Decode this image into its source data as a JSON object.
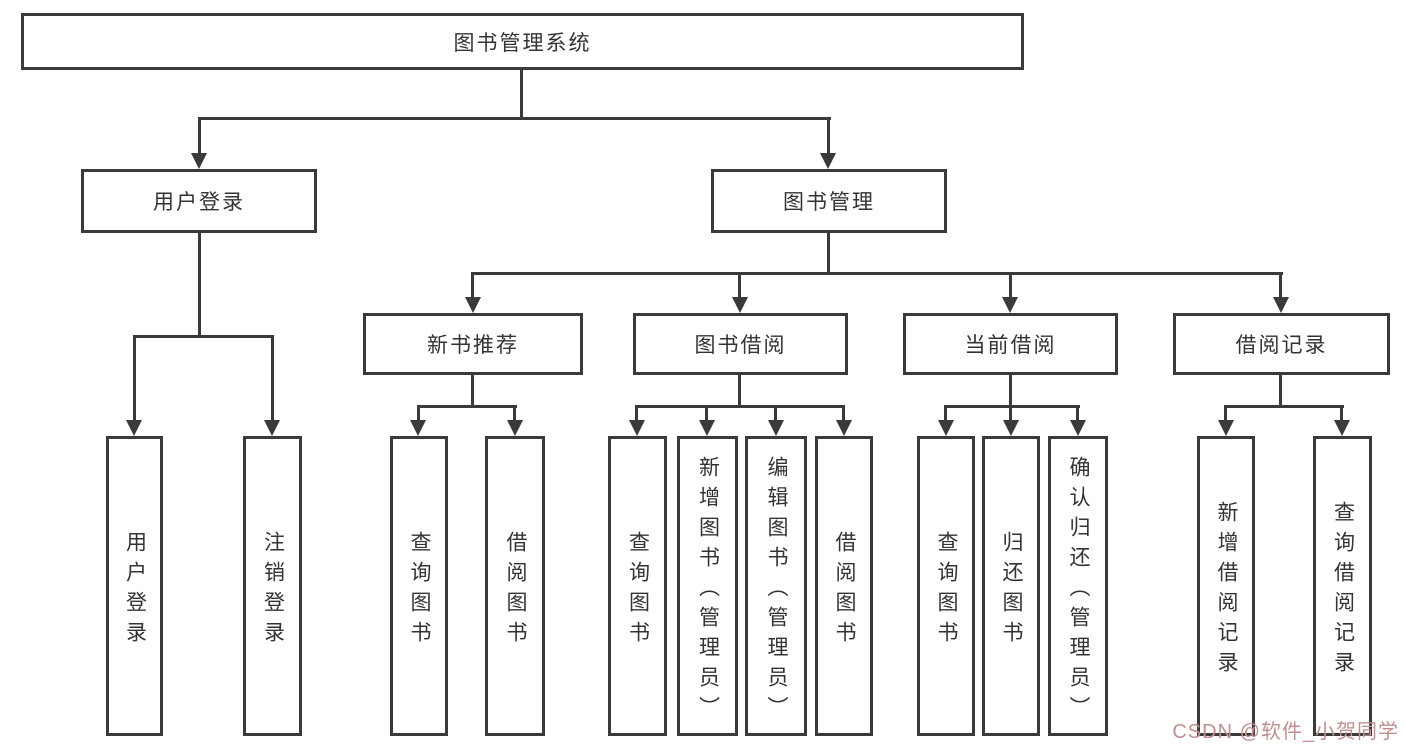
{
  "diagram": {
    "root": {
      "label": "图书管理系统"
    },
    "branches": [
      {
        "label": "用户登录",
        "children": [
          {
            "label": "用户登录"
          },
          {
            "label": "注销登录"
          }
        ]
      },
      {
        "label": "图书管理",
        "children": [
          {
            "label": "新书推荐",
            "children": [
              {
                "label": "查询图书"
              },
              {
                "label": "借阅图书"
              }
            ]
          },
          {
            "label": "图书借阅",
            "children": [
              {
                "label": "查询图书"
              },
              {
                "label": "新增图书（管理员）"
              },
              {
                "label": "编辑图书（管理员）"
              },
              {
                "label": "借阅图书"
              }
            ]
          },
          {
            "label": "当前借阅",
            "children": [
              {
                "label": "查询图书"
              },
              {
                "label": "归还图书"
              },
              {
                "label": "确认归还（管理员）"
              }
            ]
          },
          {
            "label": "借阅记录",
            "children": [
              {
                "label": "新增借阅记录"
              },
              {
                "label": "查询借阅记录"
              }
            ]
          }
        ]
      }
    ]
  },
  "colors": {
    "line": "#3a3a3a",
    "text": "#333333",
    "background": "#ffffff",
    "watermark": "#c08f8f"
  },
  "watermark": {
    "text": "CSDN @软件_小贺同学"
  }
}
